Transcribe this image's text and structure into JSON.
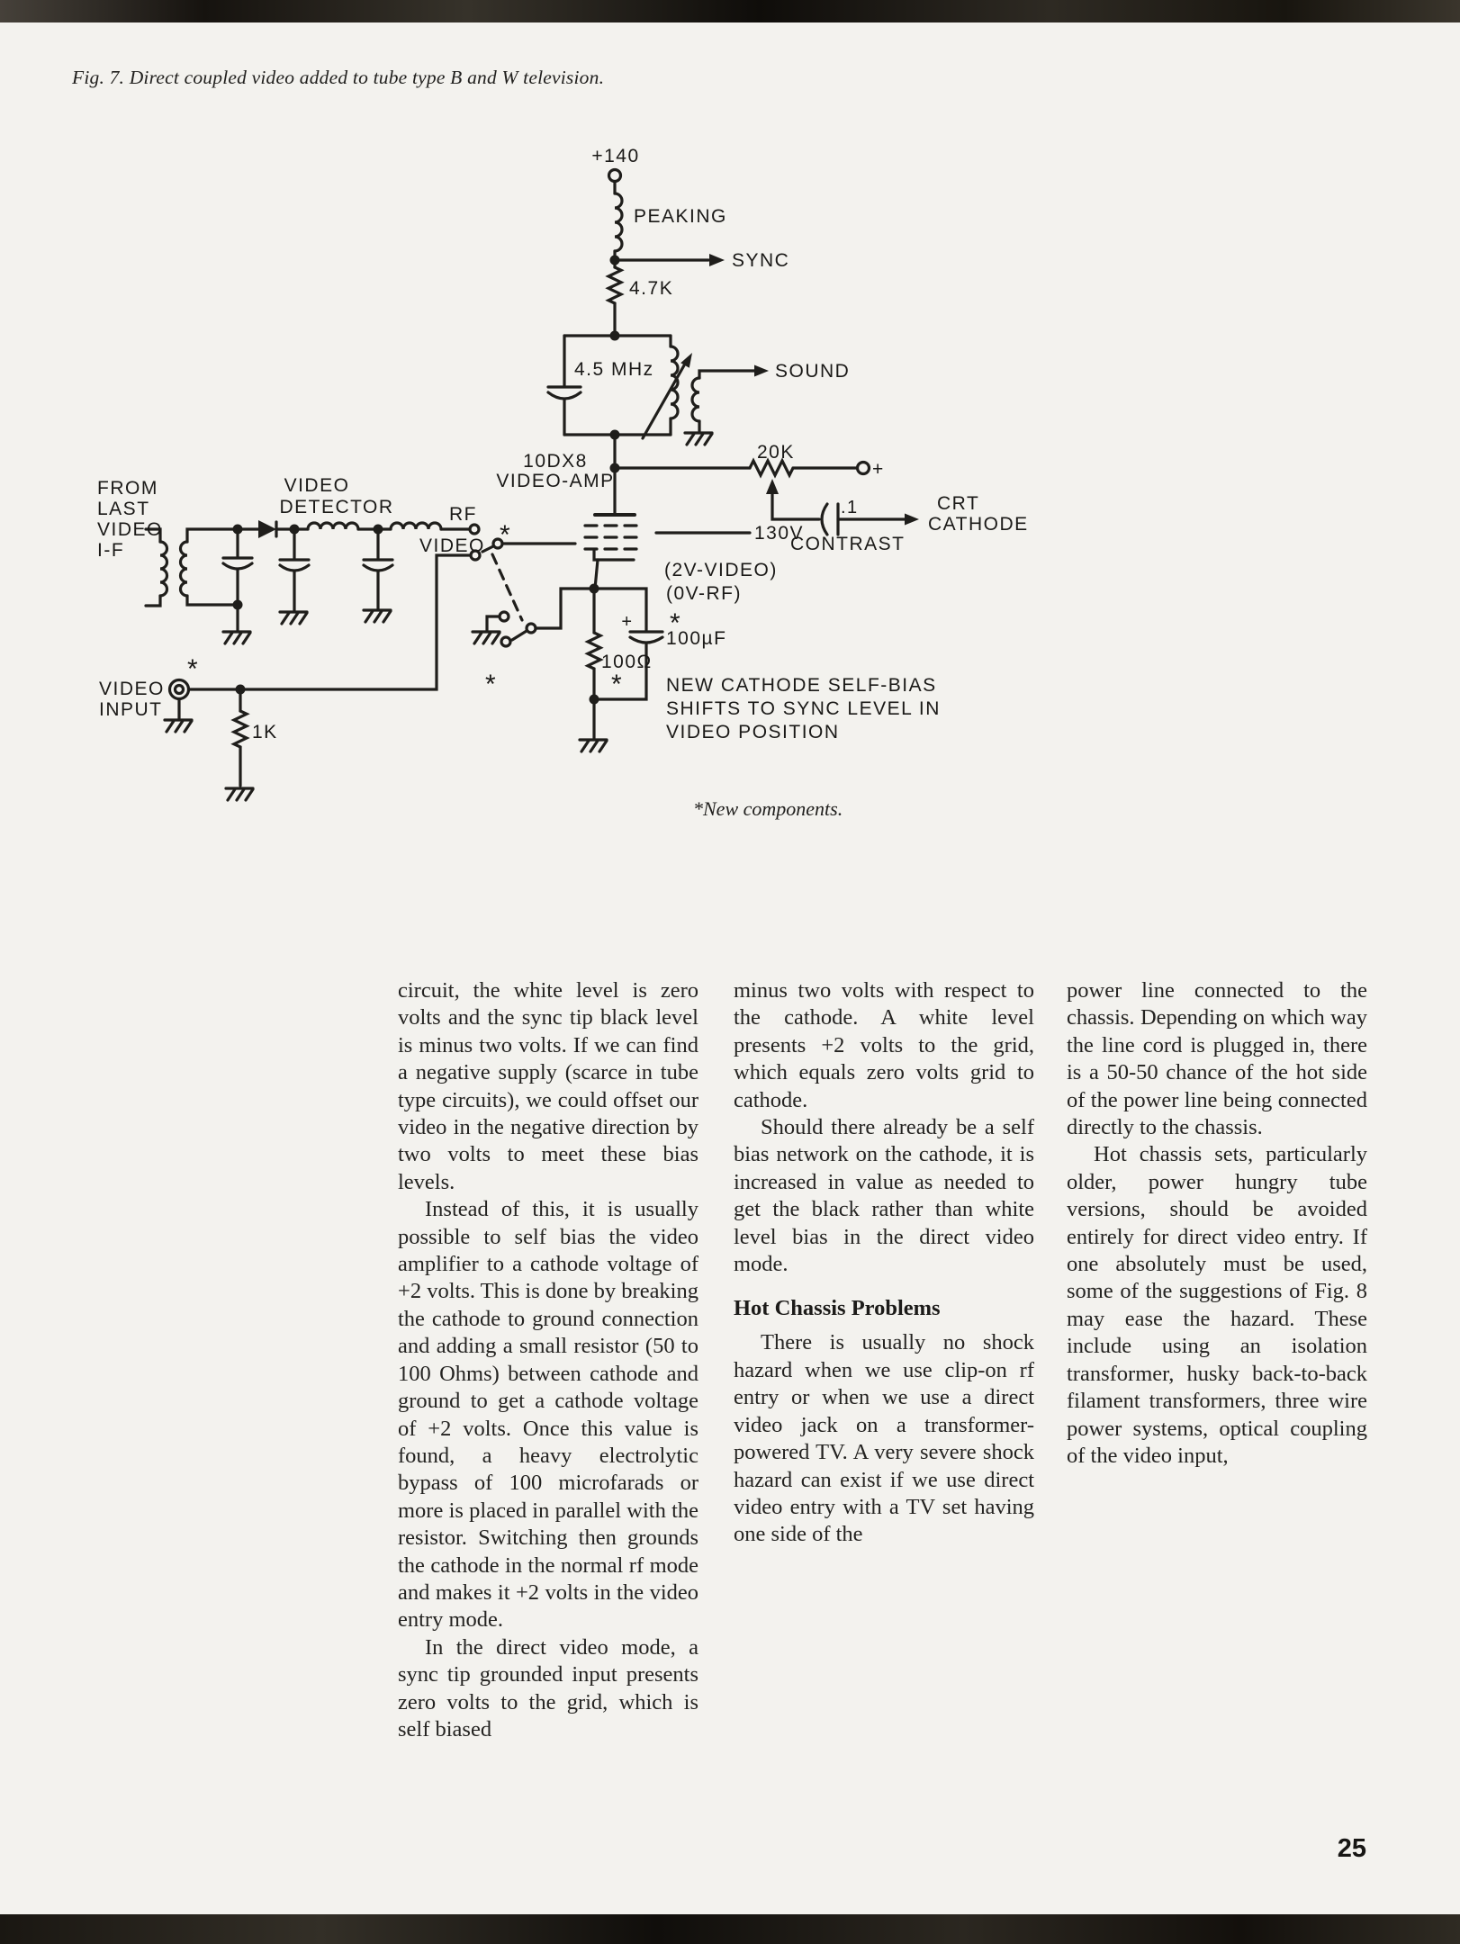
{
  "page": {
    "caption": "Fig. 7. Direct coupled video added to tube type B and W television.",
    "footnote": "*New components.",
    "page_number": "25"
  },
  "schematic": {
    "labels": {
      "supply": "+140",
      "peaking": "PEAKING",
      "sync": "SYNC",
      "r_4_7k": "4.7K",
      "tank_freq": "4.5 MHz",
      "sound": "SOUND",
      "pot_20k": "20K",
      "plus_terminal": "+",
      "tube_type": "10DX8",
      "tube_role": "VIDEO-AMP",
      "from_line1": "FROM",
      "from_line2": "LAST",
      "from_line3": "VIDEO",
      "from_line4": "I-F",
      "detector_line1": "VIDEO",
      "detector_line2": "DETECTOR",
      "rf": "RF",
      "video_contact": "VIDEO",
      "plate_voltage": "130V",
      "bias_video": "(2V-VIDEO)",
      "bias_rf": "(0V-RF)",
      "coupling_cap": ".1",
      "contrast": "CONTRAST",
      "crt_line1": "CRT",
      "crt_line2": "CATHODE",
      "cap_100uf": "100µF",
      "cap_plus": "+",
      "res_100ohm": "100Ω",
      "res_1k": "1K",
      "input_line1": "VIDEO",
      "input_line2": "INPUT",
      "note_line1": "NEW CATHODE SELF-BIAS",
      "note_line2": "SHIFTS TO SYNC LEVEL IN",
      "note_line3": "VIDEO POSITION",
      "asterisk": "*"
    }
  },
  "columns": {
    "col1": {
      "p1": "circuit, the white level is zero volts and the sync tip black level is minus two volts. If we can find a negative supply (scarce in tube type circuits), we could offset our video in the negative direction by two volts to meet these bias levels.",
      "p2": "Instead of this, it is usually possible to self bias the video amplifier to a cathode voltage of +2 volts. This is done by breaking the cathode to ground connection and adding a small resistor (50 to 100 Ohms) between cathode and ground to get a cathode voltage of +2 volts. Once this value is found, a heavy electrolytic bypass of 100 microfarads or more is placed in parallel with the resistor. Switching then grounds the cathode in the normal rf mode and makes it +2 volts in the video entry mode.",
      "p3": "In the direct video mode, a sync tip grounded input presents zero volts to the grid, which is self biased"
    },
    "col2": {
      "p1": "minus two volts with respect to the cathode. A white level presents +2 volts to the grid, which equals zero volts grid to cathode.",
      "p2": "Should there already be a self bias network on the cathode, it is increased in value as needed to get the black rather than white level bias in the direct video mode.",
      "heading": "Hot Chassis Problems",
      "p3": "There is usually no shock hazard when we use clip-on rf entry or when we use a direct video jack on a transformer-powered TV. A very severe shock hazard can exist if we use direct video entry with a TV set having one side of the"
    },
    "col3": {
      "p1": "power line connected to the chassis. Depending on which way the line cord is plugged in, there is a 50-50 chance of the hot side of the power line being connected directly to the chassis.",
      "p2": "Hot chassis sets, particularly older, power hungry tube versions, should be avoided entirely for direct video entry. If one absolutely must be used, some of the suggestions of Fig. 8 may ease the hazard. These include using an isolation transformer, husky back-to-back filament transformers, three wire power systems, optical coupling of the video input,"
    }
  }
}
